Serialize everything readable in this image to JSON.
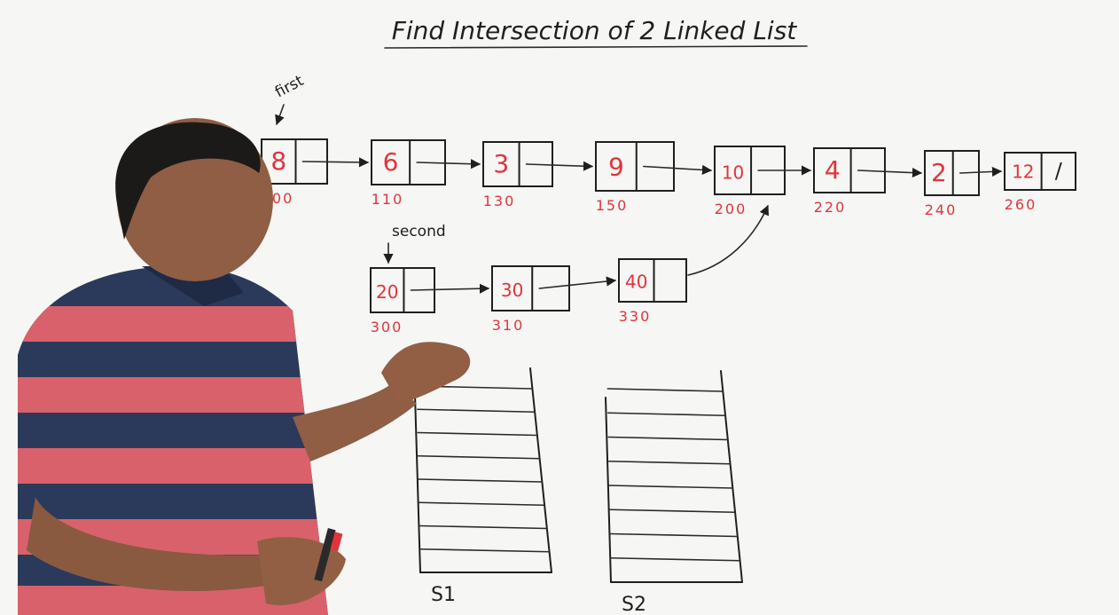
{
  "title": "Find Intersection of 2 Linked List",
  "pointers": {
    "first": "first",
    "second": "second"
  },
  "list1": [
    {
      "value": "8",
      "addr": "100"
    },
    {
      "value": "6",
      "addr": "110"
    },
    {
      "value": "3",
      "addr": "130"
    },
    {
      "value": "9",
      "addr": "150"
    },
    {
      "value": "10",
      "addr": "200"
    },
    {
      "value": "4",
      "addr": "220"
    },
    {
      "value": "2",
      "addr": "240"
    },
    {
      "value": "12",
      "addr": "260",
      "null_mark": "/"
    }
  ],
  "list2": [
    {
      "value": "20",
      "addr": "300"
    },
    {
      "value": "30",
      "addr": "310"
    },
    {
      "value": "40",
      "addr": "330"
    }
  ],
  "stacks": [
    {
      "label": "S1"
    },
    {
      "label": "S2"
    }
  ],
  "colors": {
    "ink": "#1f1f1f",
    "red": "#e0343c",
    "board": "#f6f6f4"
  }
}
